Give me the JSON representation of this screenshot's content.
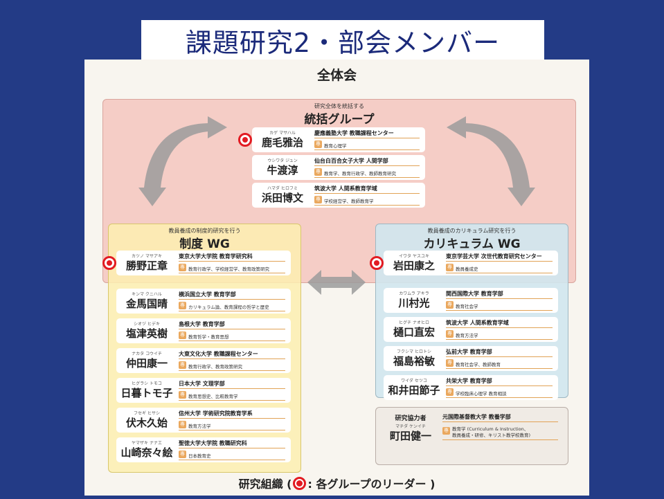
{
  "slide_title": "課題研究2・部会メンバー",
  "diagram_title": "全体会",
  "caption": {
    "prefix": "研究組織 (",
    "suffix": ": 各グループのリーダー )"
  },
  "colors": {
    "leader_mark": "#e21b22",
    "tokatsu_bg": "#f4beb6",
    "seido_bg": "#fdefb0",
    "curriculum_bg": "#d0e7ee",
    "arrow": "#9b9b9b",
    "slide_bg": "#233b86"
  },
  "groups": {
    "tokatsu": {
      "subtitle": "研究全体を統括する",
      "name": "統括グループ",
      "members": [
        {
          "kana": "カゲ マサハル",
          "name": "鹿毛雅治",
          "affiliation": "慶應義塾大学 教職課程センター",
          "specialty": "教育心理学",
          "leader": true
        },
        {
          "kana": "ウシワタ ジュン",
          "name": "牛渡淳",
          "affiliation": "仙台白百合女子大学 人間学部",
          "specialty": "教育学、教育行政学、教師教育研究",
          "leader": false
        },
        {
          "kana": "ハマダ ヒロフミ",
          "name": "浜田博文",
          "affiliation": "筑波大学 人間系教育学域",
          "specialty": "学校経営学、教師教育学",
          "leader": false
        }
      ]
    },
    "seido": {
      "subtitle": "教員養成の制度的研究を行う",
      "name": "制度 WG",
      "members": [
        {
          "kana": "カツノ マサアキ",
          "name": "勝野正章",
          "affiliation": "東京大学大学院 教育学研究科",
          "specialty": "教育行政学、学校経営学、教育政策研究",
          "leader": true
        },
        {
          "kana": "キンマ クニハル",
          "name": "金馬国晴",
          "affiliation": "横浜国立大学 教育学部",
          "specialty": "カリキュラム論、教育課程の哲学と歴史",
          "leader": false
        },
        {
          "kana": "シオヅ ヒデキ",
          "name": "塩津英樹",
          "affiliation": "島根大学 教育学部",
          "specialty": "教育哲学・教育思想",
          "leader": false
        },
        {
          "kana": "ナカタ コウイチ",
          "name": "仲田康一",
          "affiliation": "大東文化大学 教職課程センター",
          "specialty": "教育行政学、教育政策研究",
          "leader": false
        },
        {
          "kana": "ヒグラシ トモコ",
          "name": "日暮トモ子",
          "affiliation": "日本大学 文理学部",
          "specialty": "教育思想史、比較教育学",
          "leader": false
        },
        {
          "kana": "フセギ ヒサシ",
          "name": "伏木久始",
          "affiliation": "信州大学 学術研究院教育学系",
          "specialty": "教育方法学",
          "leader": false
        },
        {
          "kana": "ヤマザキ ナナエ",
          "name": "山崎奈々絵",
          "affiliation": "聖徳大学大学院 教職研究科",
          "specialty": "日本教育史",
          "leader": false
        }
      ]
    },
    "curriculum": {
      "subtitle": "教員養成のカリキュラム研究を行う",
      "name": "カリキュラム WG",
      "members": [
        {
          "kana": "イワタ ヤスユキ",
          "name": "岩田康之",
          "affiliation": "東京学芸大学 次世代教育研究センター",
          "specialty": "教員養成史",
          "leader": true
        },
        {
          "kana": "カワムラ アキラ",
          "name": "川村光",
          "affiliation": "関西国際大学 教育学部",
          "specialty": "教育社会学",
          "leader": false
        },
        {
          "kana": "ヒグチ ナオヒロ",
          "name": "樋口直宏",
          "affiliation": "筑波大学 人間系教育学域",
          "specialty": "教育方法学",
          "leader": false
        },
        {
          "kana": "フクシマ ヒロトシ",
          "name": "福島裕敏",
          "affiliation": "弘前大学 教育学部",
          "specialty": "教育社会学、教師教育",
          "leader": false
        },
        {
          "kana": "ワイダ セツコ",
          "name": "和井田節子",
          "affiliation": "共栄大学 教育学部",
          "specialty": "学校臨床心理学 教育相談",
          "leader": false
        }
      ]
    },
    "cooperator": {
      "role": "研究協力者",
      "kana": "マチダ ケンイチ",
      "name": "町田健一",
      "affiliation": "元国際基督教大学 教養学部",
      "specialty_line1": "教育学 (Curriculum & Instruction、",
      "specialty_line2": "教員養成・研修、キリスト教学校教育)"
    }
  },
  "specialty_icon_label": "専"
}
